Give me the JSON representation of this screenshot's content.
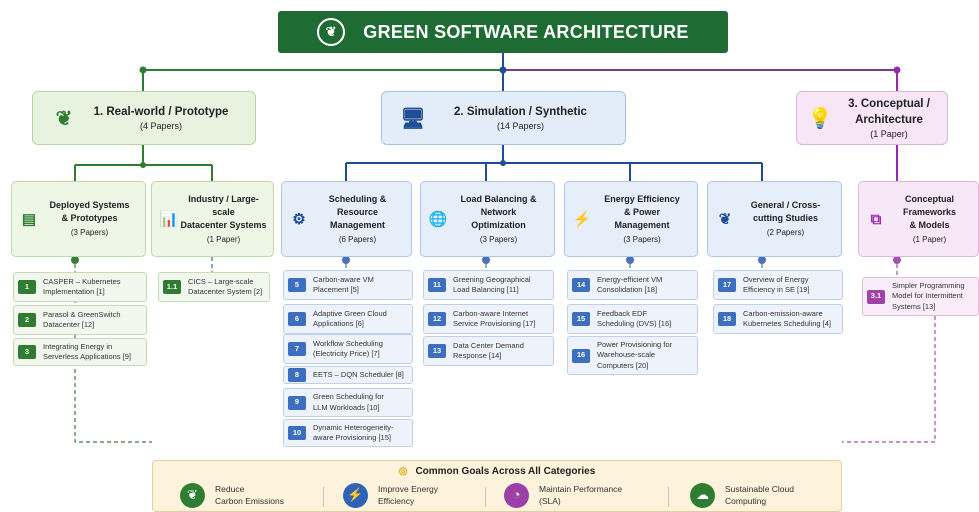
{
  "title": "GREEN SOFTWARE ARCHITECTURE",
  "categories": [
    {
      "title": "1. Real-world / Prototype",
      "count": "(4 Papers)"
    },
    {
      "title": "2. Simulation / Synthetic",
      "count": "(14 Papers)"
    },
    {
      "title_line1": "3. Conceptual /",
      "title_line2": "Architecture",
      "count": "(1 Paper)"
    }
  ],
  "subcategories": [
    {
      "line1": "Deployed Systems",
      "line2": "& Prototypes",
      "count": "(3 Papers)"
    },
    {
      "line1": "Industry / Large-scale",
      "line2": "Datacenter Systems",
      "count": "(1 Paper)"
    },
    {
      "line1": "Scheduling &",
      "line2": "Resource",
      "line3": "Management",
      "count": "(6 Papers)"
    },
    {
      "line1": "Load Balancing &",
      "line2": "Network",
      "line3": "Optimization",
      "count": "(3 Papers)"
    },
    {
      "line1": "Energy Efficiency",
      "line2": "& Power",
      "line3": "Management",
      "count": "(3 Papers)"
    },
    {
      "line1": "General / Cross-",
      "line2": "cutting Studies",
      "count": "(2 Papers)"
    },
    {
      "line1": "Conceptual",
      "line2": "Frameworks",
      "line3": "& Models",
      "count": "(1 Paper)"
    }
  ],
  "items": [
    {
      "num": "1",
      "l1": "CASPER – Kubernetes",
      "l2": "Implementation [1]"
    },
    {
      "num": "2",
      "l1": "Parasol & GreenSwitch",
      "l2": "Datacenter [12]"
    },
    {
      "num": "3",
      "l1": "Integrating Energy in",
      "l2": "Serverless Applications [9]"
    },
    {
      "num": "1.1",
      "l1": "CICS – Large-scale",
      "l2": "Datacenter System [2]"
    },
    {
      "num": "5",
      "l1": "Carbon-aware VM",
      "l2": "Placement [5]"
    },
    {
      "num": "6",
      "l1": "Adaptive Green Cloud",
      "l2": "Applications [6]"
    },
    {
      "num": "7",
      "l1": "Workflow Scheduling",
      "l2": "(Electricity Price) [7]"
    },
    {
      "num": "8",
      "l1": "EETS – DQN Scheduler [8]",
      "l2": ""
    },
    {
      "num": "9",
      "l1": "Green Scheduling for",
      "l2": "LLM Workloads [10]"
    },
    {
      "num": "10",
      "l1": "Dynamic Heterogeneity-",
      "l2": "aware Provisioning [15]"
    },
    {
      "num": "11",
      "l1": "Greening Geographical",
      "l2": "Load Balancing [11]"
    },
    {
      "num": "12",
      "l1": "Carbon-aware Internet",
      "l2": "Service Provisioning [17]"
    },
    {
      "num": "13",
      "l1": "Data Center Demand",
      "l2": "Response [14]"
    },
    {
      "num": "14",
      "l1": "Energy-efficient VM",
      "l2": "Consolidation [18]"
    },
    {
      "num": "15",
      "l1": "Feedback EDF",
      "l2": "Scheduling (DVS) [16]"
    },
    {
      "num": "16",
      "l1": "Power Provisioning for",
      "l2": "Warehouse-scale",
      "l3": "Computers [20]"
    },
    {
      "num": "17",
      "l1": "Overview of Energy",
      "l2": "Efficiency in SE [19]"
    },
    {
      "num": "18",
      "l1": "Carbon-emission-aware",
      "l2": "Kubernetes Scheduling [4]"
    },
    {
      "num": "3.1",
      "l1": "Simpler Programming",
      "l2": "Model for Intermittent",
      "l3": "Systems [13]"
    }
  ],
  "goals": {
    "title": "Common Goals Across All Categories",
    "list": [
      {
        "l1": "Reduce",
        "l2": "Carbon Emissions",
        "icon": "leaf-icon",
        "color": "#2e7d32"
      },
      {
        "l1": "Improve Energy",
        "l2": "Efficiency",
        "icon": "lightning-icon",
        "color": "#2f63b8"
      },
      {
        "l1": "Maintain Performance",
        "l2": "(SLA)",
        "icon": "gauge-icon",
        "color": "#9c3fa6"
      },
      {
        "l1": "Sustainable Cloud",
        "l2": "Computing",
        "icon": "cloud-upload-icon",
        "color": "#2e7d32"
      }
    ]
  },
  "colors": {
    "green": "#2e7d32",
    "blue": "#1f4e96",
    "purple": "#9c27b0",
    "title_bg": "#1f6b34"
  }
}
